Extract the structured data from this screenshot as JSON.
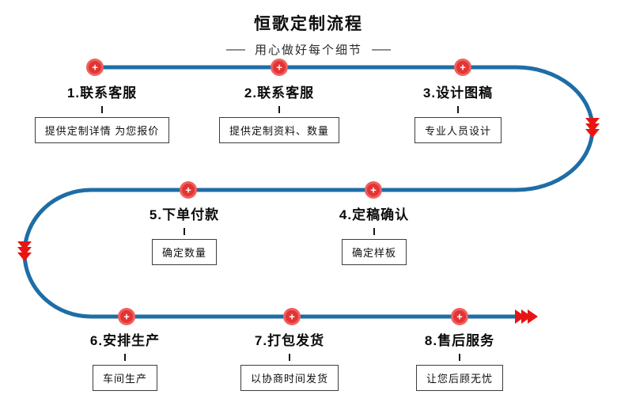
{
  "header": {
    "title": "恒歌定制流程",
    "subtitle": "用心做好每个细节"
  },
  "marker": {
    "glyph": "+"
  },
  "steps": [
    {
      "title": "1.联系客服",
      "note": "提供定制详情 为您报价"
    },
    {
      "title": "2.联系客服",
      "note": "提供定制资料、数量"
    },
    {
      "title": "3.设计图稿",
      "note": "专业人员设计"
    },
    {
      "title": "4.定稿确认",
      "note": "确定样板"
    },
    {
      "title": "5.下单付款",
      "note": "确定数量"
    },
    {
      "title": "6.安排生产",
      "note": "车间生产"
    },
    {
      "title": "7.打包发货",
      "note": "以协商时间发货"
    },
    {
      "title": "8.售后服务",
      "note": "让您后顾无忧"
    }
  ],
  "colors": {
    "line_blue": "#1e6da6",
    "arrow_red": "#e81414",
    "marker_outer": "#f0605d",
    "marker_inner": "#e23434"
  }
}
